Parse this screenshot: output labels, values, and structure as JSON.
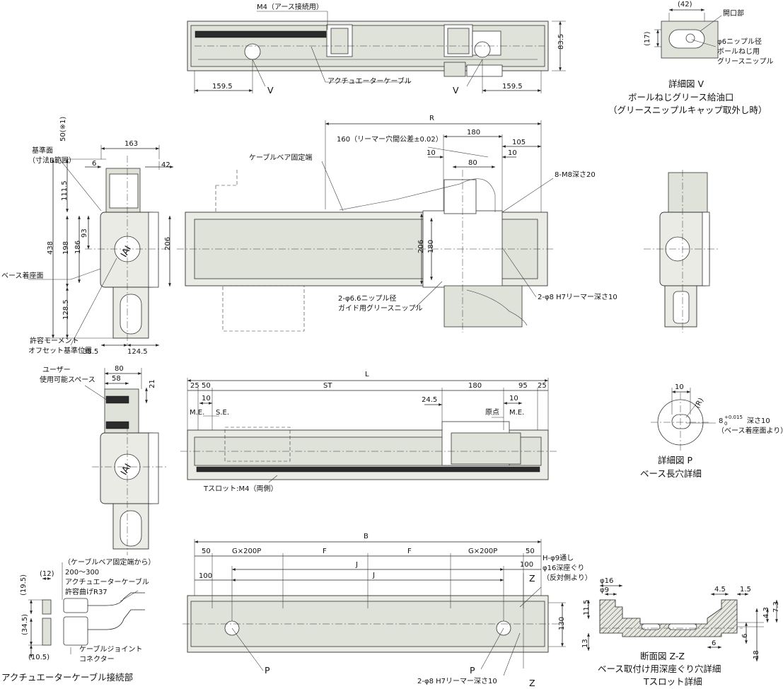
{
  "top_view": {
    "earth_label": "M4（アース接続用）",
    "height": "83.5",
    "left_dim": "159.5",
    "right_dim": "159.5",
    "cable_label": "アクチュエーターケーブル",
    "v_left": "V",
    "v_right": "V"
  },
  "detail_v": {
    "dim_42": "(42)",
    "dim_17": "(17)",
    "opening": "開口部",
    "nipple_1": "φ6ニップル径",
    "nipple_2": "ボールねじ用",
    "nipple_3": "グリースニップル",
    "title_1": "詳細図 V",
    "title_2": "ボールねじグリース給油口",
    "title_3": "（グリースニップルキャップ取外し時）"
  },
  "side_view": {
    "d50": "50(※1)",
    "d163": "163",
    "d42": "42",
    "d6": "6",
    "ref_1": "基準面",
    "ref_2": "（寸法B範囲）",
    "d111_5": "111.5",
    "d438": "438",
    "d198": "198",
    "d186": "186",
    "d93": "93",
    "d206": "206",
    "base_face": "ベース着座面",
    "d128_5": "128.5",
    "moment_1": "許容モーメント",
    "moment_2": "オフセット基準位置",
    "d38_5": "38.5",
    "d124_5": "124.5",
    "logo": "IAI"
  },
  "plan_view": {
    "R": "R",
    "tol": "160（リーマー穴間公差±0.02）",
    "d180": "180",
    "d105": "105",
    "d10a": "10",
    "d10b": "10",
    "d80": "80",
    "cable_fix": "ケーブルベア固定端",
    "m8": "8-M8深さ20",
    "d206": "206",
    "d180v": "180",
    "guide_1": "2-φ6.6ニップル径",
    "guide_2": "ガイド用グリースニップル",
    "reamer": "2-φ8 H7リーマー深さ10"
  },
  "side_view_2": {
    "d80": "80",
    "d58": "58",
    "d21": "21",
    "user_1": "ユーザー",
    "user_2": "使用可能スペース"
  },
  "front_view": {
    "L": "L",
    "d25a": "25",
    "d50": "50",
    "ST": "ST",
    "d180": "180",
    "d95": "95",
    "d25b": "25",
    "d10a": "10",
    "d24_5": "24.5",
    "d10b": "10",
    "me_left": "M.E.",
    "se": "S.E.",
    "origin": "原点",
    "me_right": "M.E.",
    "tslot": "Tスロット:M4（両側）"
  },
  "detail_p": {
    "d10": "10",
    "R": "(R)",
    "tol_main": "8",
    "tol_sup": "+0.015",
    "tol_sub": "0",
    "depth": "深さ10",
    "depth_note": "（ベース着座面より）",
    "title_1": "詳細図 P",
    "title_2": "ベース長穴詳細"
  },
  "base_view": {
    "B": "B",
    "d50a": "50",
    "g1": "G×200P",
    "F1": "F",
    "F2": "F",
    "g2": "G×200P",
    "d50b": "50",
    "J1": "J",
    "J2": "J",
    "d100a": "100",
    "d100b": "100",
    "d130": "130",
    "holes_1": "H-φ9通し",
    "holes_2": "φ16深座ぐり",
    "holes_3": "（反対側より）",
    "z_top": "Z",
    "z_bot": "Z",
    "p_left": "P",
    "p_right": "P",
    "reamer": "2-φ8 H7リーマー深さ10"
  },
  "cable_detail": {
    "d12": "(12)",
    "d19_5": "(19.5)",
    "d34_5": "(34.5)",
    "d10_5": "(10.5)",
    "note_1": "（ケーブルベア固定端から）",
    "note_2": "200～300",
    "note_3": "アクチュエーターケーブル",
    "note_4": "許容曲げR37",
    "conn_1": "ケーブルジョイント",
    "conn_2": "コネクター",
    "title": "アクチュエーターケーブル接続部"
  },
  "section_zz": {
    "d16": "φ16",
    "d9": "φ9",
    "d4_5": "4.5",
    "d1_5": "1.5",
    "d11_5": "11.5",
    "d13": "13",
    "d4_3": "4.3",
    "d7_3": "7.3",
    "d6a": "6",
    "d6b": "6",
    "d18": "18",
    "title_1": "断面図 Z-Z",
    "title_2": "ベース取付け用深座ぐり穴詳細",
    "title_3": "Tスロット詳細"
  }
}
